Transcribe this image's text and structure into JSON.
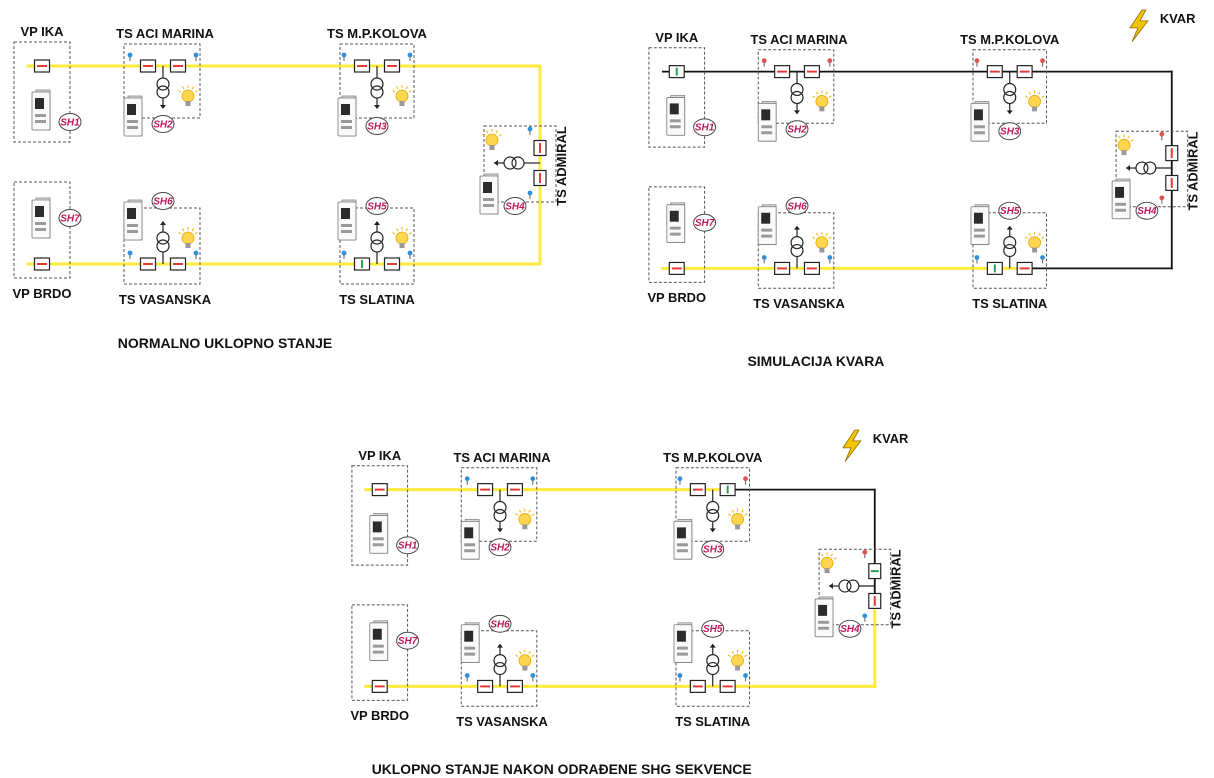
{
  "diagrams": [
    {
      "caption": "NORMALNO UKLOPNO STANJE",
      "fault_label": "",
      "stations": {
        "vp_ika": "VP IKA",
        "ts_aci_marina": "TS ACI MARINA",
        "ts_mp_kolova": "TS M.P.KOLOVA",
        "ts_admiral": "TS ADMIRAL",
        "vp_brdo": "VP BRDO",
        "ts_vasanska": "TS VASANSKA",
        "ts_slatina": "TS SLATINA"
      },
      "units": {
        "sh1": "SH1",
        "sh2": "SH2",
        "sh3": "SH3",
        "sh4": "SH4",
        "sh5": "SH5",
        "sh6": "SH6",
        "sh7": "SH7"
      }
    },
    {
      "caption": "SIMULACIJA KVARA",
      "fault_label": "KVAR",
      "stations": {
        "vp_ika": "VP IKA",
        "ts_aci_marina": "TS ACI MARINA",
        "ts_mp_kolova": "TS M.P.KOLOVA",
        "ts_admiral": "TS ADMIRAL",
        "vp_brdo": "VP BRDO",
        "ts_vasanska": "TS VASANSKA",
        "ts_slatina": "TS SLATINA"
      },
      "units": {
        "sh1": "SH1",
        "sh2": "SH2",
        "sh3": "SH3",
        "sh4": "SH4",
        "sh5": "SH5",
        "sh6": "SH6",
        "sh7": "SH7"
      }
    },
    {
      "caption": "UKLOPNO STANJE NAKON ODRAĐENE SHG SEKVENCE",
      "fault_label": "KVAR",
      "stations": {
        "vp_ika": "VP IKA",
        "ts_aci_marina": "TS ACI MARINA",
        "ts_mp_kolova": "TS M.P.KOLOVA",
        "ts_admiral": "TS ADMIRAL",
        "vp_brdo": "VP BRDO",
        "ts_vasanska": "TS VASANSKA",
        "ts_slatina": "TS SLATINA"
      },
      "units": {
        "sh1": "SH1",
        "sh2": "SH2",
        "sh3": "SH3",
        "sh4": "SH4",
        "sh5": "SH5",
        "sh6": "SH6",
        "sh7": "SH7"
      }
    }
  ],
  "colors": {
    "energized_line": "#ffeb3b",
    "dead_line": "#111111",
    "closed_switch": "#e53935",
    "open_switch": "#2e9e4f",
    "indicator_red": "#d9534f",
    "indicator_blue": "#2f8fd8",
    "lamp": "#ffd54f",
    "sh_label": "#c2185b"
  }
}
